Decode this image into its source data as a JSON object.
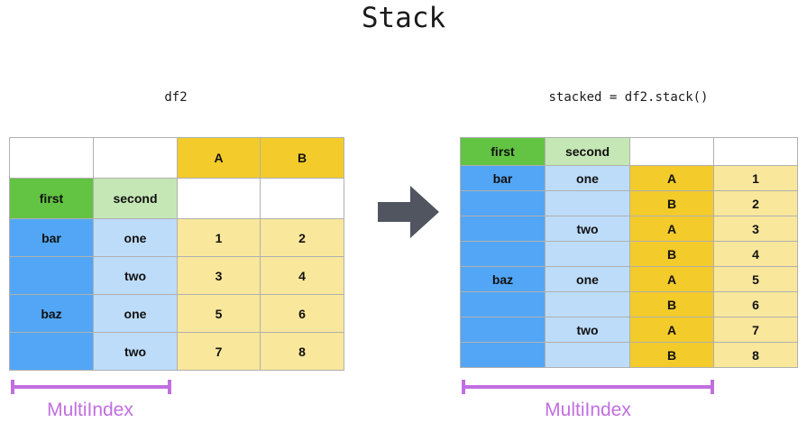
{
  "title": "Stack",
  "colors": {
    "green": "#63c343",
    "green_light": "#c5e7b5",
    "blue": "#53a6f5",
    "blue_light": "#bddcfa",
    "gold": "#f3cb2a",
    "yellow_light": "#f9e79b",
    "purple": "#c16fe0",
    "arrow_gray": "#50555f",
    "border": "#b0b0b0"
  },
  "left": {
    "caption": "df2",
    "multiindex_label": "MultiIndex",
    "column_headers": [
      "A",
      "B"
    ],
    "index_names": [
      "first",
      "second"
    ],
    "rows": [
      {
        "first": "bar",
        "second": "one",
        "A": "1",
        "B": "2"
      },
      {
        "first": "",
        "second": "two",
        "A": "3",
        "B": "4"
      },
      {
        "first": "baz",
        "second": "one",
        "A": "5",
        "B": "6"
      },
      {
        "first": "",
        "second": "two",
        "A": "7",
        "B": "8"
      }
    ]
  },
  "arrow": {
    "name": "right-arrow",
    "direction": "right"
  },
  "right": {
    "caption": "stacked = df2.stack()",
    "multiindex_label": "MultiIndex",
    "index_names": [
      "first",
      "second"
    ],
    "header_blank_3": "",
    "header_blank_4": "",
    "rows": [
      {
        "first": "bar",
        "second": "one",
        "level": "A",
        "value": "1"
      },
      {
        "first": "",
        "second": "",
        "level": "B",
        "value": "2"
      },
      {
        "first": "",
        "second": "two",
        "level": "A",
        "value": "3"
      },
      {
        "first": "",
        "second": "",
        "level": "B",
        "value": "4"
      },
      {
        "first": "baz",
        "second": "one",
        "level": "A",
        "value": "5"
      },
      {
        "first": "",
        "second": "",
        "level": "B",
        "value": "6"
      },
      {
        "first": "",
        "second": "two",
        "level": "A",
        "value": "7"
      },
      {
        "first": "",
        "second": "",
        "level": "B",
        "value": "8"
      }
    ]
  }
}
